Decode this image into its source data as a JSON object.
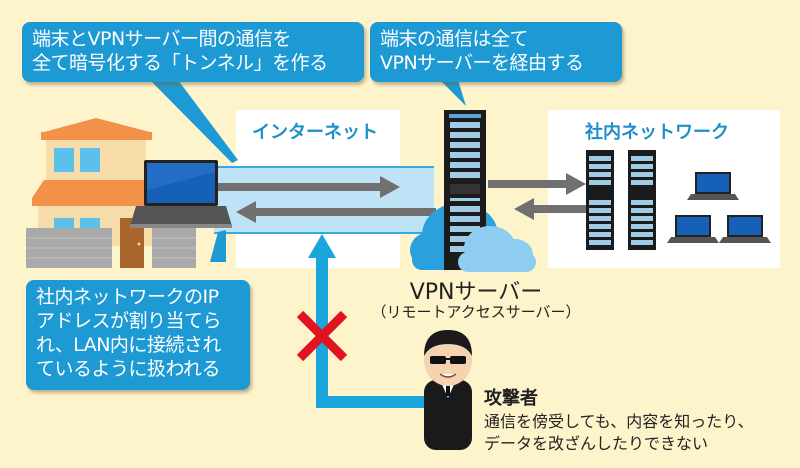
{
  "callouts": {
    "tunnel": {
      "lines": [
        "端末とVPNサーバー間の通信を",
        "全て暗号化する「トンネル」を作る"
      ]
    },
    "via_server": {
      "lines": [
        "端末の通信は全て",
        "VPNサーバーを経由する"
      ]
    },
    "ip_assign": {
      "lines": [
        "社内ネットワークのIP",
        "アドレスが割り当てら",
        "れ、LAN内に接続され",
        "ているように扱われる"
      ]
    }
  },
  "zones": {
    "internet": {
      "label": "インターネット"
    },
    "corporate": {
      "label": "社内ネットワーク"
    }
  },
  "vpn_server": {
    "name": "VPNサーバー",
    "subtitle": "（リモートアクセスサーバー）"
  },
  "attacker": {
    "title": "攻撃者",
    "lines": [
      "通信を傍受しても、内容を知ったり、",
      "データを改ざんしたりできない"
    ]
  },
  "colors": {
    "background": "#fdf4cc",
    "callout": "#1d9ad3",
    "tunnel": "#bfe3f6",
    "arrow": "#707070",
    "attack_path": "#1aa6dc",
    "blocked": "#e0141e",
    "zone_title": "#1d8fc8"
  }
}
